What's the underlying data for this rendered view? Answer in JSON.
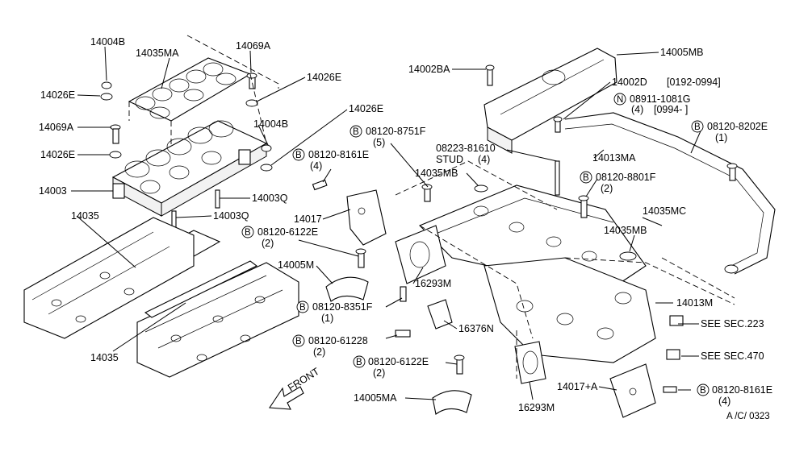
{
  "labels": {
    "l_14004b_a": "14004B",
    "l_14035ma": "14035MA",
    "l_14069a_a": "14069A",
    "l_14026e_a": "14026E",
    "l_14026e_b": "14026E",
    "l_14026e_c": "14026E",
    "l_14069a_b": "14069A",
    "l_14004b_b": "14004B",
    "l_14026e_d": "14026E",
    "l_14003": "14003",
    "l_14003q_a": "14003Q",
    "l_14003q_b": "14003Q",
    "l_14035_a": "14035",
    "l_14035_b": "14035",
    "l_14002ba": "14002BA",
    "l_14005mb": "14005MB",
    "l_14002d": "14002D",
    "l_14002d_range": "[0192-0994]",
    "l_08911": "08911-1081G",
    "l_08911_qty": "(4)",
    "l_08911_range": "[0994-      ]",
    "l_08120_8202e": "08120-8202E",
    "l_08120_8202e_qty": "(1)",
    "l_08120_8751f": "08120-8751F",
    "l_08120_8751f_qty": "(5)",
    "l_08120_8161e_a": "08120-8161E",
    "l_08120_8161e_a_qty": "(4)",
    "l_08223": "08223-81610",
    "l_stud": "STUD",
    "l_stud_qty": "(4)",
    "l_14013ma": "14013MA",
    "l_14035mb_a": "14035MB",
    "l_08120_8801f": "08120-8801F",
    "l_08120_8801f_qty": "(2)",
    "l_14017": "14017",
    "l_08120_6122e_a": "08120-6122E",
    "l_08120_6122e_a_qty": "(2)",
    "l_14035mc": "14035MC",
    "l_14035mb_b": "14035MB",
    "l_14005m": "14005M",
    "l_16293m_a": "16293M",
    "l_08120_8351f": "08120-8351F",
    "l_08120_8351f_qty": "(1)",
    "l_14013m": "14013M",
    "l_see_223": "SEE SEC.223",
    "l_08120_61228": "08120-61228",
    "l_08120_61228_qty": "(2)",
    "l_16376n": "16376N",
    "l_see_470": "SEE SEC.470",
    "l_08120_6122e_b": "08120-6122E",
    "l_08120_6122e_b_qty": "(2)",
    "l_14017a": "14017+A",
    "l_08120_8161e_b": "08120-8161E",
    "l_08120_8161e_b_qty": "(4)",
    "l_14005ma": "14005MA",
    "l_16293m_b": "16293M",
    "l_front": "FRONT",
    "l_code": "A /C/ 0323"
  },
  "symbols": {
    "bolt_mark": "B",
    "nut_mark": "N"
  },
  "icons": {
    "front_arrow": "front-arrow-icon"
  },
  "colors": {
    "line": "#000000",
    "background": "#ffffff"
  }
}
